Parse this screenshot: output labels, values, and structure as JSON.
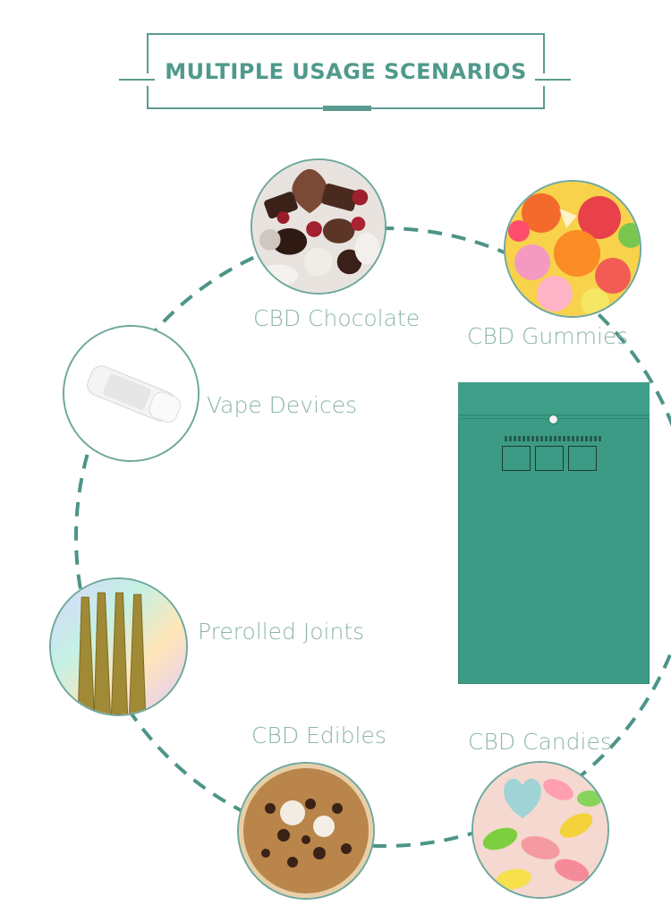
{
  "header": {
    "title": "MULTIPLE USAGE SCENARIOS"
  },
  "scenarios": [
    {
      "label": "CBD Chocolate",
      "icon": "chocolate-photo"
    },
    {
      "label": "CBD Gummies",
      "icon": "gummies-photo"
    },
    {
      "label": "Vape Devices",
      "icon": "vape-cartridge-photo"
    },
    {
      "label": "Prerolled Joints",
      "icon": "preroll-joints-photo"
    },
    {
      "label": "CBD Edibles",
      "icon": "cookie-photo"
    },
    {
      "label": "CBD Candies",
      "icon": "jelly-beans-photo"
    }
  ],
  "product": {
    "icon": "mylar-zip-bag-photo"
  },
  "colors": {
    "accent": "#5a9b8f",
    "label_text": "#8db5ab",
    "bag": "#3c9b84"
  }
}
